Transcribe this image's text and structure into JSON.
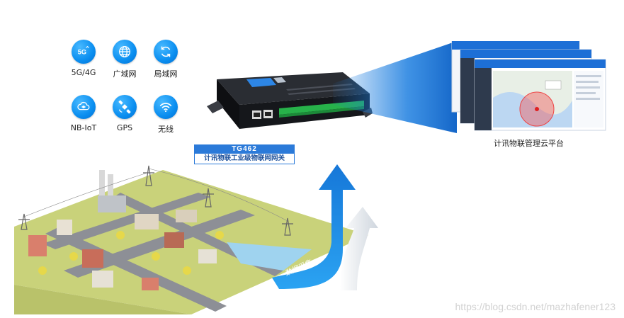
{
  "connectivity": [
    {
      "label": "5G/4G",
      "icon": "5g-icon"
    },
    {
      "label": "广域网",
      "icon": "globe-icon"
    },
    {
      "label": "局域网",
      "icon": "refresh-icon"
    },
    {
      "label": "NB-IoT",
      "icon": "cloud-network-icon"
    },
    {
      "label": "GPS",
      "icon": "satellite-icon"
    },
    {
      "label": "无线",
      "icon": "wifi-icon"
    }
  ],
  "icon_badge_text": "5G",
  "device": {
    "model": "TG462",
    "name": "计讯物联工业级物联网网关"
  },
  "platform": {
    "caption": "计讯物联管理云平台"
  },
  "arrow": {
    "label": "数据采集"
  },
  "watermark": "https://blog.csdn.net/mazhafener123",
  "colors": {
    "icon_blue": "#0a8ef0",
    "caption_blue": "#2b7ad9",
    "arrow_blue": "#1a8de8"
  }
}
